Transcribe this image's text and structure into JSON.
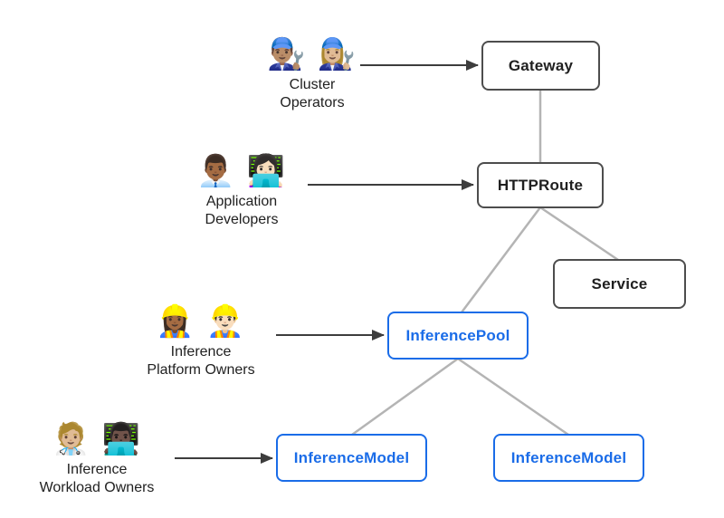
{
  "colors": {
    "accent_blue": "#1a6ce8",
    "node_border_dark": "#4d4d4d",
    "node_text_dark": "#1f1f1f",
    "connector_gray": "#b4b4b4",
    "arrow_dark": "#3d3d3d",
    "background": "#ffffff",
    "persona_text": "#212121"
  },
  "personas": [
    {
      "id": "cluster-operators",
      "emoji": "👨🏽‍🔧 👩🏼‍🔧",
      "label_lines": [
        "Cluster",
        "Operators"
      ]
    },
    {
      "id": "application-developers",
      "emoji": "👨🏾‍💼 👩🏻‍💻",
      "label_lines": [
        "Application",
        "Developers"
      ]
    },
    {
      "id": "inference-platform-owners",
      "emoji": "👷🏾‍♀️ 👷🏻‍♂️",
      "label_lines": [
        "Inference",
        "Platform Owners"
      ]
    },
    {
      "id": "inference-workload-owners",
      "emoji": "🧑🏼‍⚕️ 👨🏿‍💻",
      "label_lines": [
        "Inference",
        "Workload Owners"
      ]
    }
  ],
  "nodes": [
    {
      "id": "gateway",
      "label": "Gateway",
      "variant": "dark"
    },
    {
      "id": "httproute",
      "label": "HTTPRoute",
      "variant": "dark"
    },
    {
      "id": "service",
      "label": "Service",
      "variant": "dark"
    },
    {
      "id": "inference-pool",
      "label": "InferencePool",
      "variant": "blue"
    },
    {
      "id": "inference-model-1",
      "label": "InferenceModel",
      "variant": "blue"
    },
    {
      "id": "inference-model-2",
      "label": "InferenceModel",
      "variant": "blue"
    }
  ]
}
